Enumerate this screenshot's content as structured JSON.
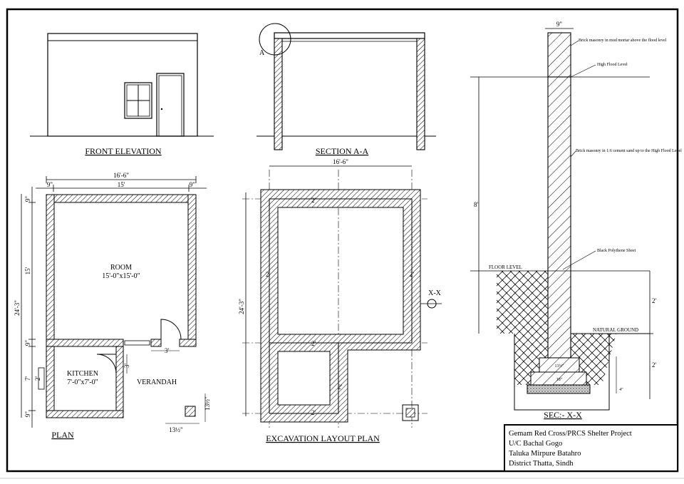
{
  "views": {
    "front_elevation": "FRONT ELEVATION",
    "section_aa": "SECTION A-A",
    "section_marker": "A",
    "plan": "PLAN",
    "excavation_plan": "EXCAVATION LAYOUT PLAN",
    "section_xx": "SEC:- X-X",
    "xx_marker": "X-X"
  },
  "plan": {
    "overall_width": "16'-6\"",
    "left_wall": "9\"",
    "inner_width": "15'",
    "right_wall": "9\"",
    "overall_depth": "24'-3\"",
    "room_depth": "15'",
    "partition": "9\"",
    "kitchen_depth": "7'",
    "wall_top": "9\"",
    "wall_bottom": "9\"",
    "door_leaf": "3'",
    "door_offset": "3'",
    "window_w": "2'",
    "room_label": "ROOM",
    "room_size": "15'-0\"x15'-0\"",
    "kitchen_label": "KITCHEN",
    "kitchen_size": "7'-0\"x7'-0\"",
    "verandah_label": "VERANDAH",
    "col_w": "13½\"",
    "col_d": "13½\""
  },
  "excavation": {
    "overall_width": "16'-6\"",
    "overall_depth": "24'-3\"",
    "trench": "2'"
  },
  "wall_section": {
    "top_width": "9\"",
    "note_mud": "Brick masonry in mud mortar above the flood level",
    "note_hfl": "High Flood Level",
    "note_cement": "Brick masonry in 1:6 cement sand up to the High Flood Level",
    "note_poly": "Black Polythene Sheet",
    "floor_level": "FLOOR LEVEL",
    "natural_ground": "NATURAL GROUND",
    "height": "8'",
    "plinth": "2'",
    "depth": "2'",
    "step1": "13½\"",
    "step2": "18\"",
    "pcc": "4\""
  },
  "title_block": {
    "line1": "Gemam Red Cross/PRCS Shelter Project",
    "line2": "U/C Bachal Gogo",
    "line3": "Taluka Mirpure Batahro",
    "line4": "District Thatta, Sindh"
  }
}
